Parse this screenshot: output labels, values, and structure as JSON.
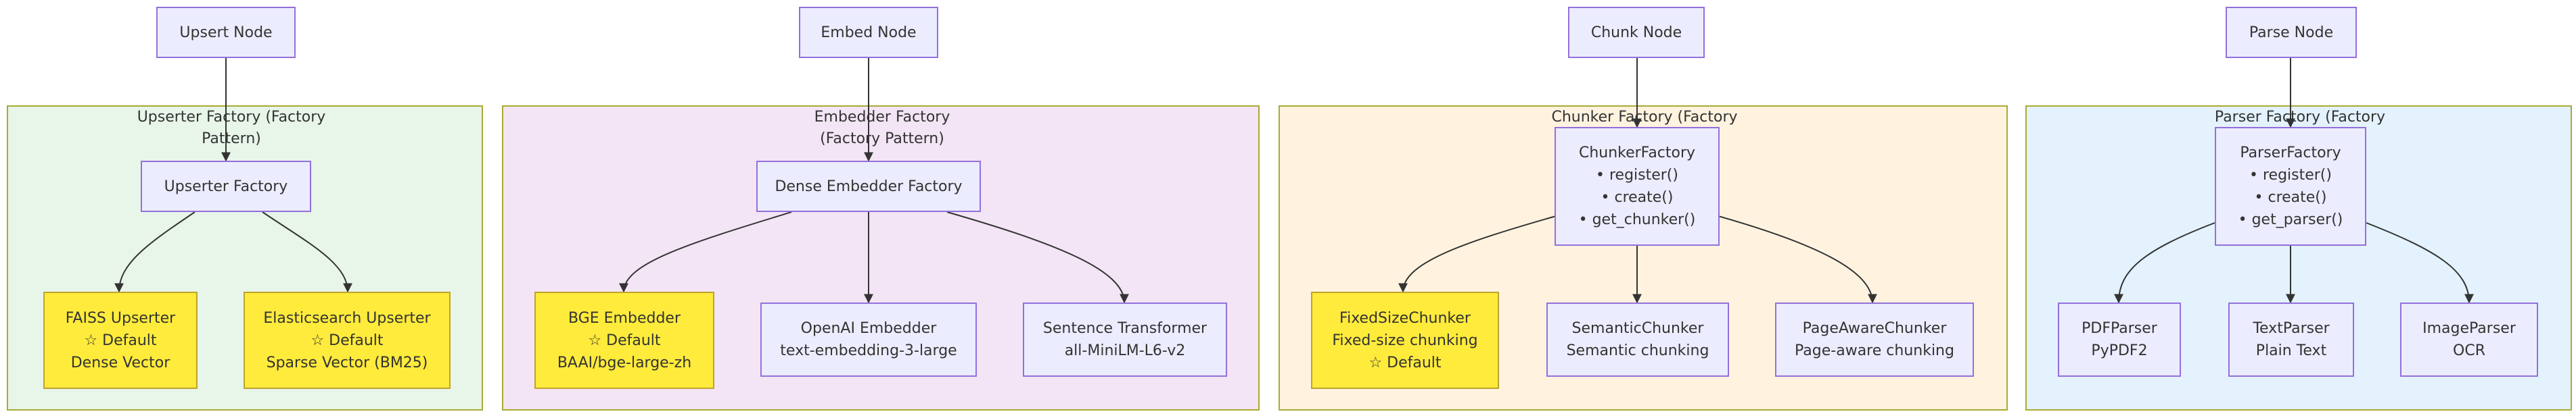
{
  "nodes": {
    "upsert_node": "Upsert Node",
    "embed_node": "Embed Node",
    "chunk_node": "Chunk Node",
    "parse_node": "Parse Node",
    "upserter_factory": "Upserter Factory",
    "faiss_upserter": [
      "FAISS Upserter",
      "☆ Default",
      "Dense Vector"
    ],
    "elasticsearch_upserter": [
      "Elasticsearch Upserter",
      "☆ Default",
      "Sparse Vector (BM25)"
    ],
    "dense_embedder_factory": "Dense Embedder Factory",
    "bge_embedder": [
      "BGE Embedder",
      "☆ Default",
      "BAAI/bge-large-zh"
    ],
    "openai_embedder": [
      "OpenAI Embedder",
      "text-embedding-3-large"
    ],
    "sentence_transformer": [
      "Sentence Transformer",
      "all-MiniLM-L6-v2"
    ],
    "chunker_factory": [
      "ChunkerFactory",
      "• register()",
      "• create()",
      "• get_chunker()"
    ],
    "fixed_size_chunker": [
      "FixedSizeChunker",
      "Fixed-size chunking",
      "☆ Default"
    ],
    "semantic_chunker": [
      "SemanticChunker",
      "Semantic chunking"
    ],
    "page_aware_chunker": [
      "PageAwareChunker",
      "Page-aware chunking"
    ],
    "parser_factory": [
      "ParserFactory",
      "• register()",
      "• create()",
      "• get_parser()"
    ],
    "pdf_parser": [
      "PDFParser",
      "PyPDF2"
    ],
    "text_parser": [
      "TextParser",
      "Plain Text"
    ],
    "image_parser": [
      "ImageParser",
      "OCR"
    ]
  },
  "clusters": {
    "upserter": [
      "Upserter Factory (Factory",
      "Pattern)"
    ],
    "embedder": [
      "Embedder Factory",
      "(Factory Pattern)"
    ],
    "chunker": [
      "Chunker Factory (Factory"
    ],
    "parser": [
      "Parser Factory (Factory"
    ]
  },
  "colors": {
    "node_fill": "#ECECFF",
    "node_stroke": "#9370DB",
    "default_fill": "#FFEB3B",
    "default_stroke": "#BFA32D",
    "upserter_cluster": "#E8F5E9",
    "embedder_cluster": "#F3E5F5",
    "chunker_cluster": "#FFF3E0",
    "parser_cluster": "#E3F2FD",
    "cluster_stroke": "#AAAA33",
    "edge": "#333333"
  }
}
